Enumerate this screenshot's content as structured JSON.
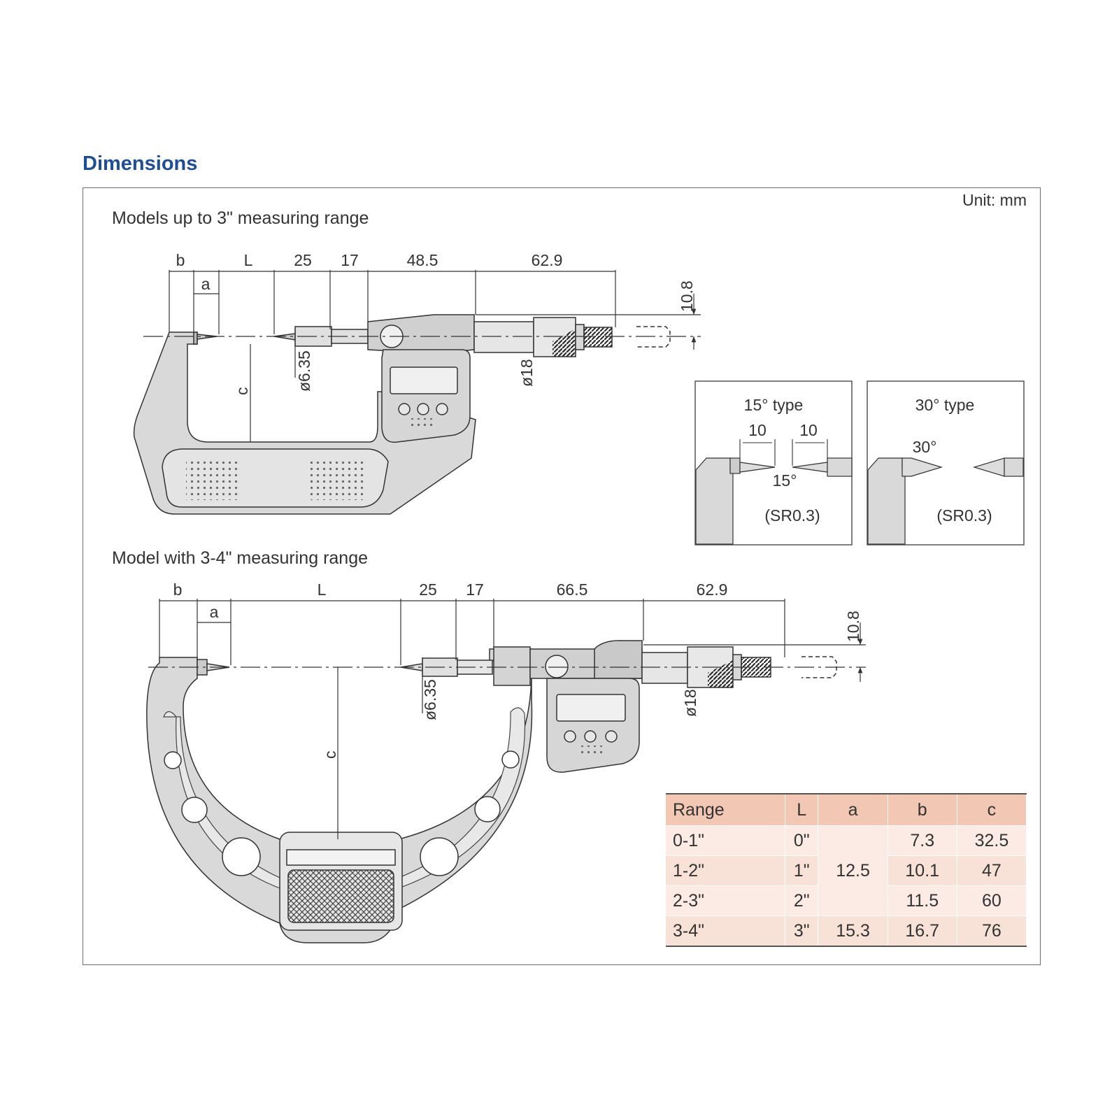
{
  "title": "Dimensions",
  "unit": "Unit: mm",
  "upper": {
    "title": "Models up to 3\" measuring range",
    "dims": {
      "b": "b",
      "a": "a",
      "L": "L",
      "d25": "25",
      "d17": "17",
      "d48": "48.5",
      "d62": "62.9",
      "h108": "10.8",
      "spindle": "ø6.35",
      "thimble": "ø18",
      "c": "c"
    }
  },
  "lower": {
    "title": "Model with 3-4\" measuring range",
    "dims": {
      "b": "b",
      "a": "a",
      "L": "L",
      "d25": "25",
      "d17": "17",
      "d66": "66.5",
      "d62": "62.9",
      "h108": "10.8",
      "spindle": "ø6.35",
      "thimble": "ø18",
      "c": "c"
    }
  },
  "detail15": {
    "title": "15° type",
    "left_len": "10",
    "right_len": "10",
    "angle": "15°",
    "radius": "(SR0.3)"
  },
  "detail30": {
    "title": "30° type",
    "angle": "30°",
    "radius": "(SR0.3)"
  },
  "table": {
    "headers": [
      "Range",
      "L",
      "a",
      "b",
      "c"
    ],
    "rows": [
      {
        "range": "0-1\"",
        "L": "0\"",
        "b": "7.3",
        "c": "32.5"
      },
      {
        "range": "1-2\"",
        "L": "1\"",
        "b": "10.1",
        "c": "47"
      },
      {
        "range": "2-3\"",
        "L": "2\"",
        "b": "11.5",
        "c": "60"
      },
      {
        "range": "3-4\"",
        "L": "3\"",
        "a": "15.3",
        "b": "16.7",
        "c": "76"
      }
    ],
    "a_merged": "12.5"
  }
}
